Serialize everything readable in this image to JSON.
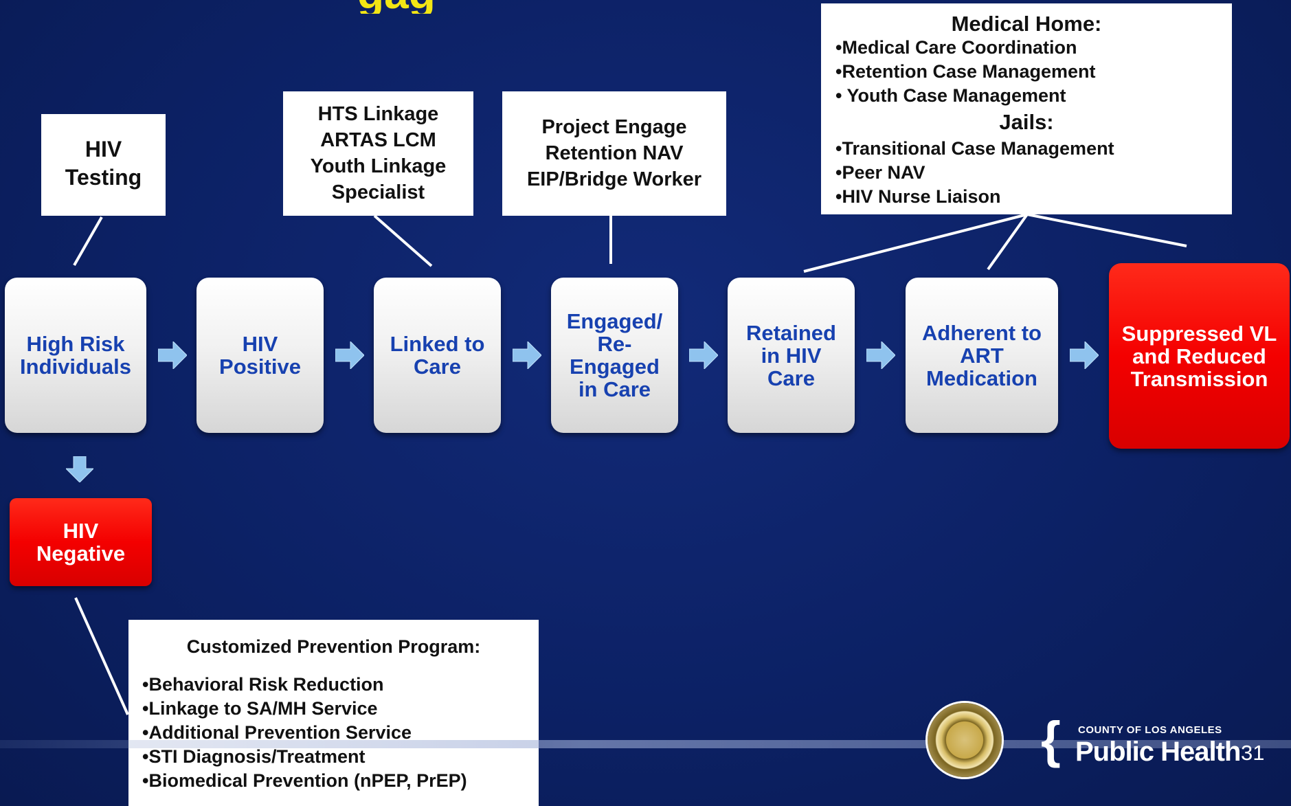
{
  "title_fragment": "gag",
  "callouts": {
    "hiv_testing": [
      "HIV",
      "Testing"
    ],
    "linkage": [
      "HTS Linkage",
      "ARTAS LCM",
      "Youth Linkage",
      "Specialist"
    ],
    "engage": [
      "Project Engage",
      "Retention NAV",
      "EIP/Bridge Worker"
    ],
    "medical_home": {
      "heading": "Medical Home:",
      "items": [
        "•Medical Care Coordination",
        "•Retention Case Management",
        "• Youth Case Management"
      ],
      "jails_heading": "Jails:",
      "jails_items": [
        "•Transitional Case Management",
        "•Peer NAV",
        "•HIV Nurse Liaison"
      ]
    },
    "prevention": {
      "heading": "Customized Prevention Program:",
      "items": [
        "•Behavioral Risk Reduction",
        "•Linkage to SA/MH Service",
        "•Additional Prevention Service",
        "•STI Diagnosis/Treatment",
        "•Biomedical Prevention (nPEP, PrEP)"
      ]
    }
  },
  "stages": [
    {
      "label": "High Risk\nIndividuals"
    },
    {
      "label": "HIV\nPositive"
    },
    {
      "label": "Linked to\nCare"
    },
    {
      "label": "Engaged/\nRe-\nEngaged\nin Care"
    },
    {
      "label": "Retained\nin HIV\nCare"
    },
    {
      "label": "Adherent to\nART\nMedication"
    },
    {
      "label": "Suppressed VL\nand Reduced\nTransmission"
    }
  ],
  "negative_stage": {
    "label": "HIV\nNegative"
  },
  "footer": {
    "logo_county": "COUNTY OF LOS ANGELES",
    "logo_name": "Public Health",
    "page_number": "31"
  },
  "colors": {
    "background": "#0c2165",
    "stage_text": "#1741b0",
    "red_stage": "#f40000",
    "arrow": "#8fc3ee",
    "title_yellow": "#f2e614"
  }
}
